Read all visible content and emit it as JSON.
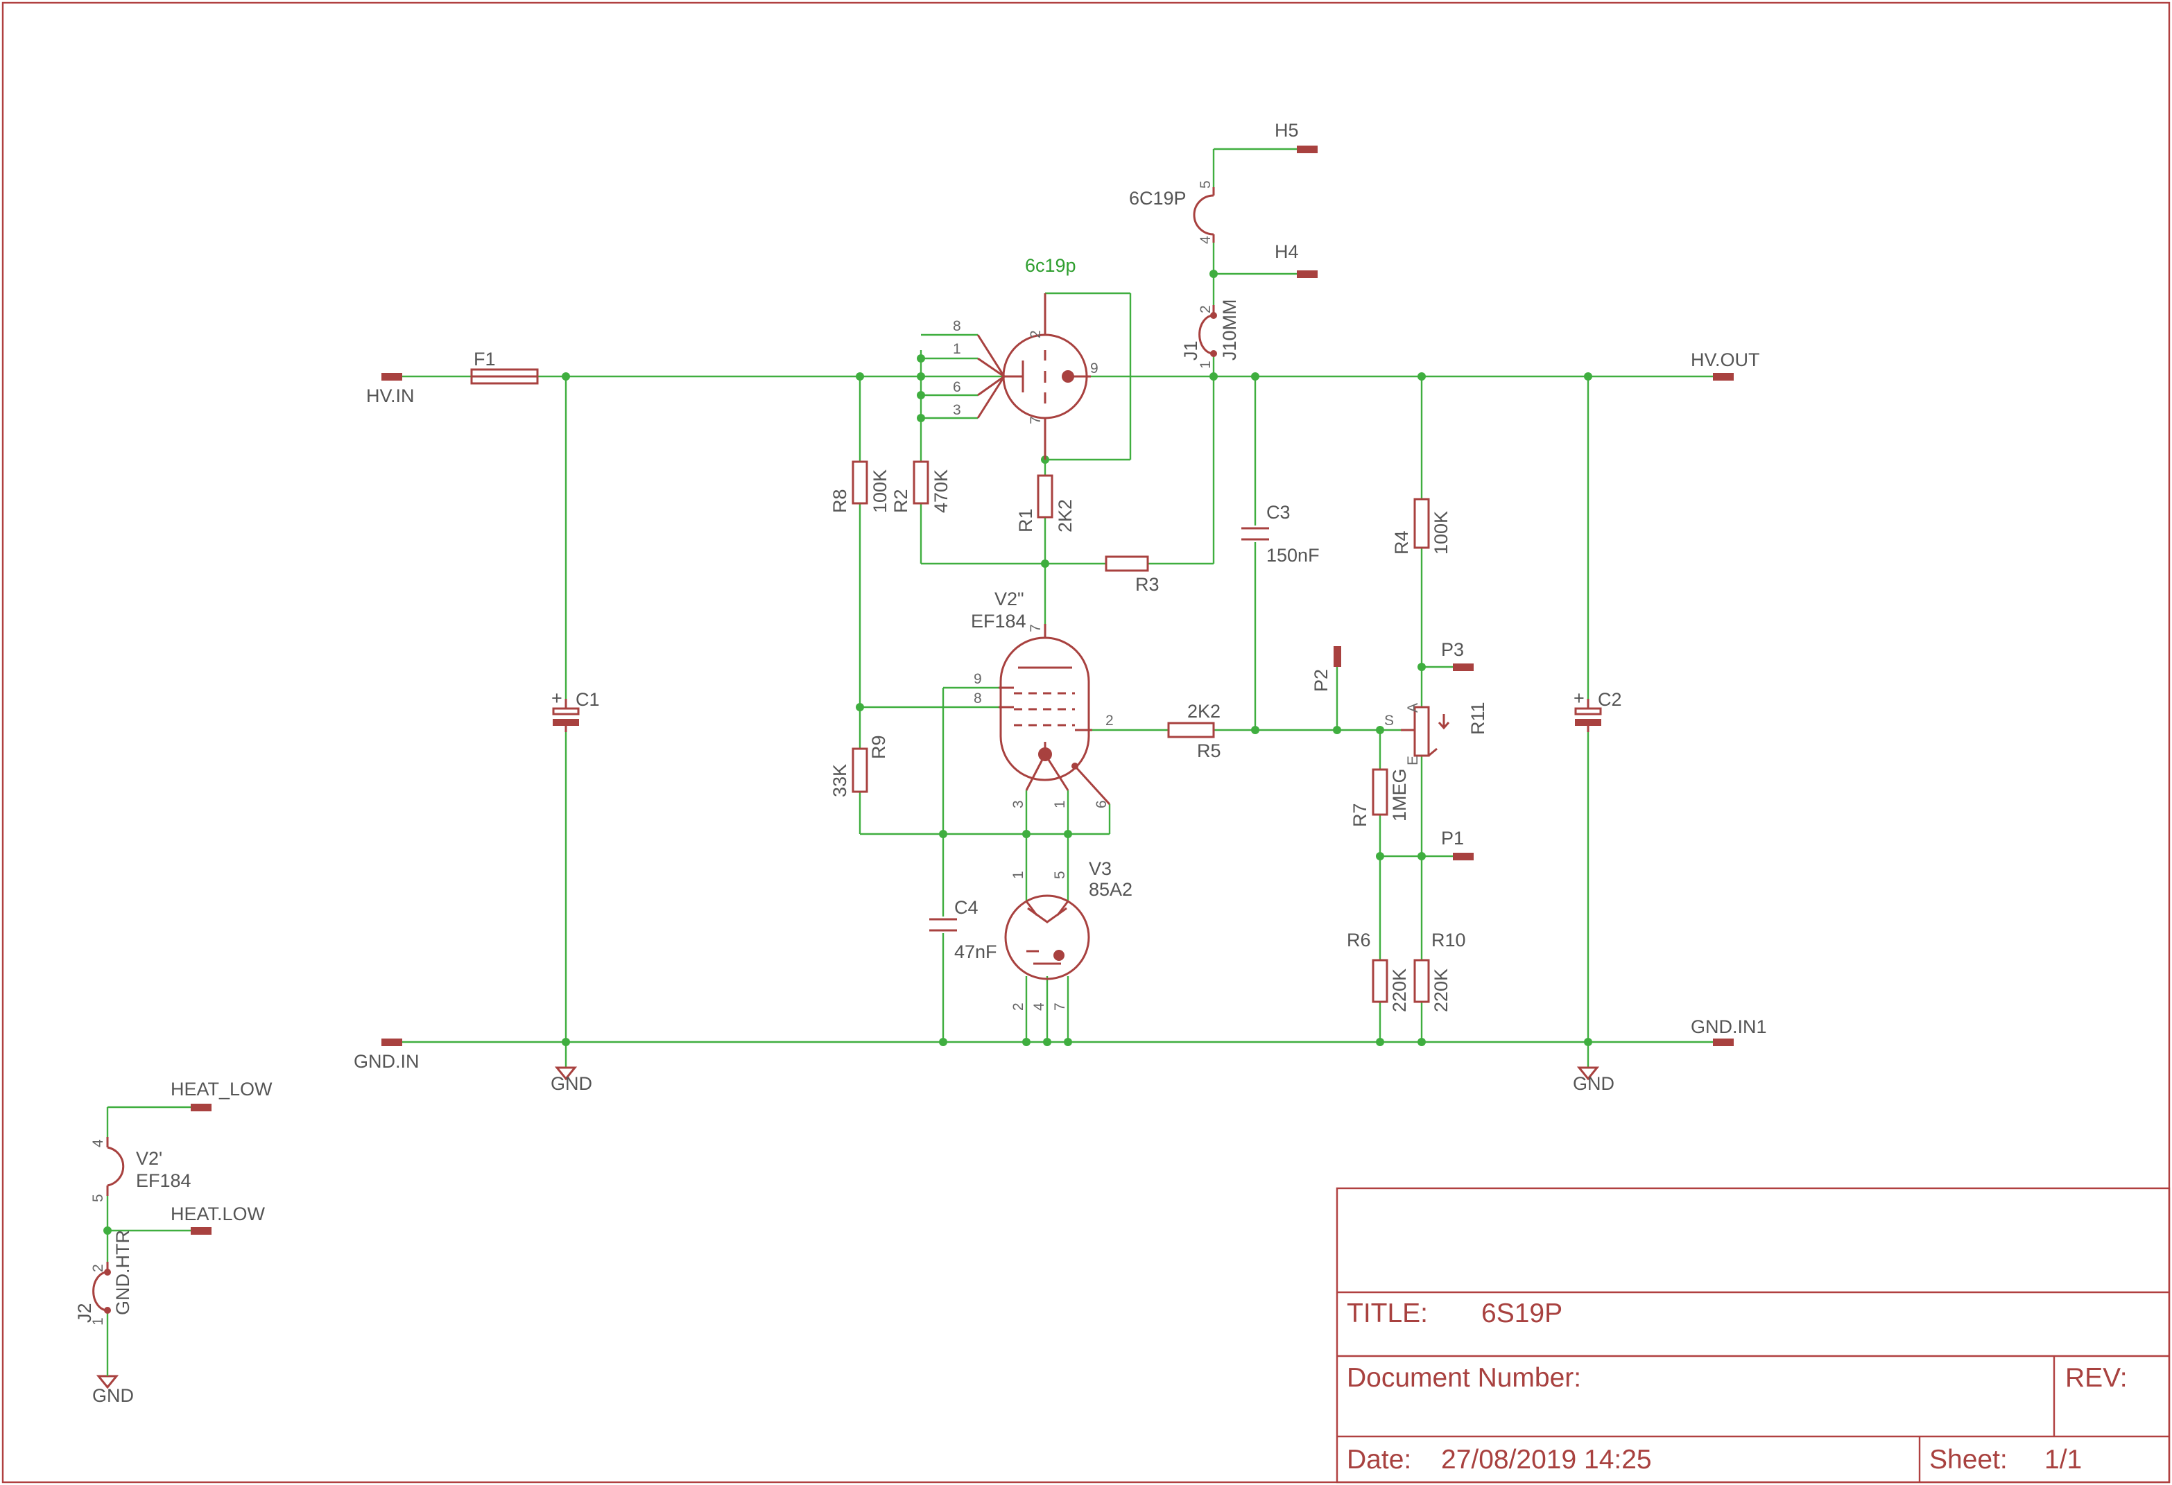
{
  "nets": {
    "hv_in": "HV.IN",
    "gnd_in": "GND.IN",
    "hv_out": "HV.OUT",
    "gnd_in1": "GND.IN1",
    "gnd": "GND",
    "heat_low_a": "HEAT_LOW",
    "heat_low_b": "HEAT.LOW"
  },
  "components": {
    "f1": {
      "name": "F1"
    },
    "c1": {
      "name": "C1"
    },
    "c2": {
      "name": "C2"
    },
    "c3": {
      "name": "C3",
      "value": "150nF"
    },
    "c4": {
      "name": "C4",
      "value": "47nF"
    },
    "r1": {
      "name": "R1",
      "value": "2K2"
    },
    "r2": {
      "name": "R2",
      "value": "470K"
    },
    "r3": {
      "name": "R3"
    },
    "r4": {
      "name": "R4",
      "value": "100K"
    },
    "r5": {
      "name": "R5",
      "value": "2K2"
    },
    "r6": {
      "name": "R6",
      "value": "220K"
    },
    "r7": {
      "name": "R7",
      "value": "1MEG"
    },
    "r8": {
      "name": "R8",
      "value": "100K"
    },
    "r9": {
      "name": "R9",
      "value": "33K"
    },
    "r10": {
      "name": "R10",
      "value": "220K"
    },
    "r11": {
      "name": "R11"
    },
    "v1": {
      "value": "6c19p"
    },
    "v1_heater": {
      "value": "6C19P"
    },
    "v2a": {
      "name": "V2\"",
      "value": "EF184"
    },
    "v2b": {
      "name": "V2'",
      "value": "EF184"
    },
    "v3": {
      "name": "V3",
      "value": "85A2"
    },
    "j1": {
      "name": "J1",
      "value": "J10MM"
    },
    "j2": {
      "name": "J2",
      "value": "GND.HTR"
    },
    "p1": {
      "name": "P1"
    },
    "p2": {
      "name": "P2"
    },
    "p3": {
      "name": "P3"
    },
    "h4": {
      "name": "H4"
    },
    "h5": {
      "name": "H5"
    }
  },
  "pins": {
    "v1_8": "8",
    "v1_1": "1",
    "v1_6": "6",
    "v1_3": "3",
    "v1_2": "2",
    "v1_9": "9",
    "v1_7": "7",
    "v2_7": "7",
    "v2_9": "9",
    "v2_8": "8",
    "v2_2": "2",
    "v2_3": "3",
    "v2_1": "1",
    "v2_6": "6",
    "v3_1": "1",
    "v3_5": "5",
    "v3_2": "2",
    "v3_4": "4",
    "v3_7": "7",
    "heater_5": "5",
    "heater_4": "4",
    "j1_2": "2",
    "j1_1": "1",
    "pot_s": "S",
    "pot_a": "A",
    "pot_e": "E",
    "v2b_4": "4",
    "v2b_5": "5",
    "j2_2": "2",
    "j2_1": "1"
  },
  "title_block": {
    "title_label": "TITLE:",
    "title_value": "6S19P",
    "doc_label": "Document Number:",
    "rev_label": "REV:",
    "date_label": "Date:",
    "date_value": "27/08/2019 14:25",
    "sheet_label": "Sheet:",
    "sheet_value": "1/1"
  },
  "colors": {
    "wire": "#3fae3f",
    "symbol": "#a8413f",
    "label": "#555555"
  }
}
